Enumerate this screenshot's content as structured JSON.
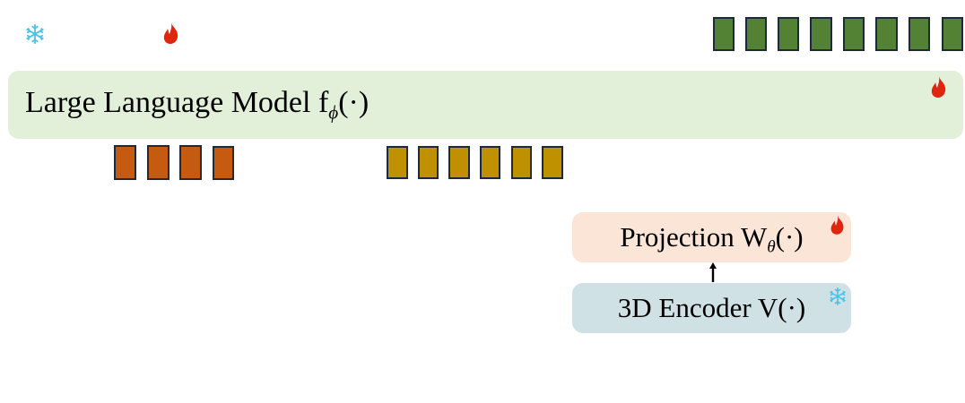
{
  "legend": {
    "frozen_icon": "snowflake-icon",
    "trainable_icon": "fire-icon"
  },
  "output_tokens": {
    "count": 8,
    "color": "#548235"
  },
  "llm": {
    "label_main": "Large Language Model f",
    "label_sub": "ϕ",
    "label_tail": "(·)",
    "status_icon": "fire-icon",
    "color": "#e2f0d9"
  },
  "text_tokens": {
    "count": 4,
    "color": "#c55a11"
  },
  "pointcloud_tokens": {
    "count": 6,
    "color": "#bf9000"
  },
  "projection": {
    "label_main": "Projection W",
    "label_sub": "θ",
    "label_tail": "(·)",
    "status_icon": "fire-icon",
    "color": "#fbe5d6"
  },
  "encoder": {
    "label": "3D Encoder V(·)",
    "status_icon": "snowflake-icon",
    "color": "#d0e1e6"
  },
  "colors": {
    "token_border": "#1d2a3c",
    "fire": "#e0250f",
    "snowflake": "#4cc3e8"
  }
}
